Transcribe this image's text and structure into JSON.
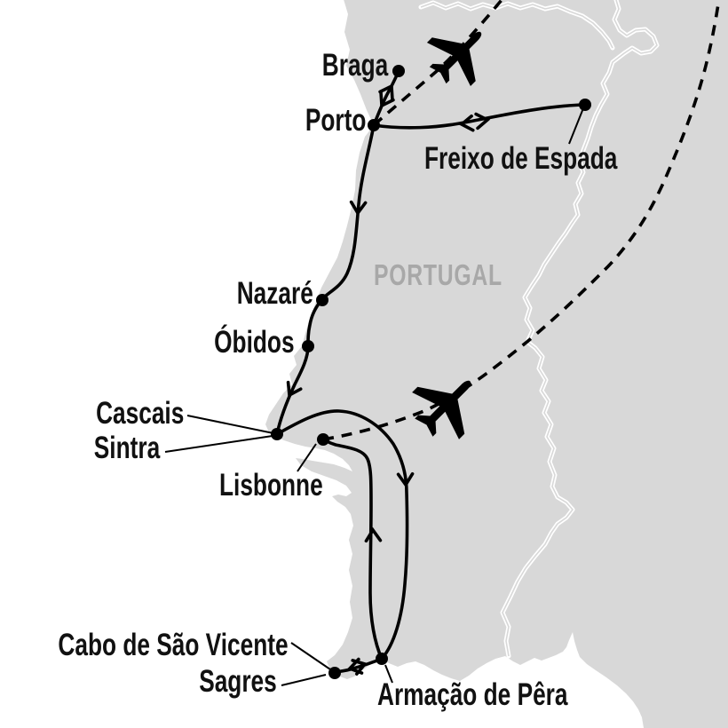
{
  "map": {
    "region_label": "PORTUGAL",
    "colors": {
      "land": "#d8d8d8",
      "ocean": "#ffffff",
      "route": "#000000",
      "region_label_text": "#a8a8a8",
      "label_text": "#111111"
    },
    "labels": {
      "braga": "Braga",
      "porto": "Porto",
      "freixo": "Freixo de Espada",
      "nazare": "Nazaré",
      "obidos": "Óbidos",
      "cascais": "Cascais",
      "sintra": "Sintra",
      "lisbonne": "Lisbonne",
      "cabo": "Cabo de São Vicente",
      "sagres": "Sagres",
      "armacao": "Armação de Pêra"
    },
    "routes": [
      {
        "from": "Porto",
        "to": "Braga",
        "mode": "road",
        "direction": "round-trip"
      },
      {
        "from": "Porto",
        "to": "Freixo de Espada",
        "mode": "road",
        "direction": "round-trip"
      },
      {
        "from": "Porto",
        "to": "Nazaré",
        "mode": "road",
        "direction": "one-way"
      },
      {
        "from": "Nazaré",
        "to": "Óbidos",
        "mode": "road",
        "direction": "one-way"
      },
      {
        "from": "Óbidos",
        "to": "Cascais / Sintra",
        "mode": "road",
        "direction": "one-way"
      },
      {
        "from": "Cascais / Sintra",
        "to": "Armação de Pêra",
        "mode": "road",
        "direction": "one-way"
      },
      {
        "from": "Armação de Pêra",
        "to": "Sagres / Cabo de São Vicente",
        "mode": "road",
        "direction": "round-trip"
      },
      {
        "from": "Armação de Pêra",
        "to": "Lisbonne",
        "mode": "road",
        "direction": "one-way"
      },
      {
        "from": "Porto",
        "to": "off-map top edge",
        "mode": "flight",
        "style": "dashed"
      },
      {
        "from": "Lisbonne",
        "to": "off-map top-right edge",
        "mode": "flight",
        "style": "dashed"
      }
    ],
    "icons": [
      "plane-icon",
      "plane-icon"
    ]
  }
}
